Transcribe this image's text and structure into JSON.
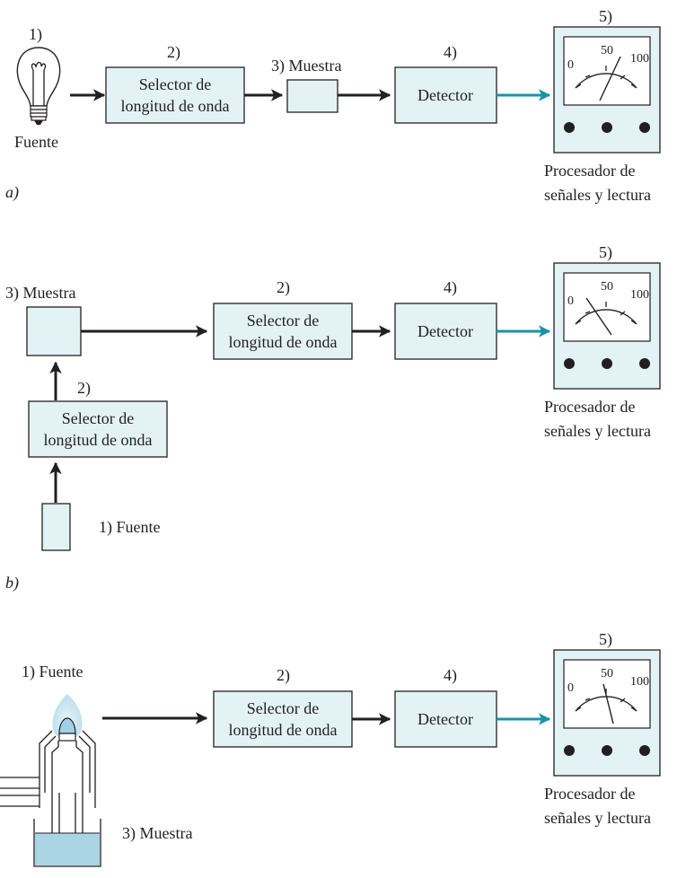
{
  "colors": {
    "box_fill": "#e3f2f5",
    "line": "#231f20",
    "signal_arrow": "#1a93a8",
    "flame": "#cfe6f2",
    "sample_liquid": "#a9d5e5"
  },
  "meter": {
    "scale": [
      "0",
      "50",
      "100"
    ]
  },
  "panel_a": {
    "caption": "a)",
    "source_num": "1)",
    "source_label": "Fuente",
    "selector_num": "2)",
    "selector_line1": "Selector de",
    "selector_line2": "longitud de onda",
    "sample_label": "3) Muestra",
    "detector_num": "4)",
    "detector_label": "Detector",
    "readout_num": "5)",
    "readout_line1": "Procesador de",
    "readout_line2": "señales y lectura",
    "source_icon": "light-bulb-icon"
  },
  "panel_b": {
    "caption": "b)",
    "sample_label": "3) Muestra",
    "selector_top_num": "2)",
    "selector_top_line1": "Selector de",
    "selector_top_line2": "longitud de onda",
    "selector_left_num": "2)",
    "selector_left_line1": "Selector de",
    "selector_left_line2": "longitud de onda",
    "source_label": "1) Fuente",
    "detector_num": "4)",
    "detector_label": "Detector",
    "readout_num": "5)",
    "readout_line1": "Procesador de",
    "readout_line2": "señales y lectura"
  },
  "panel_c": {
    "source_label": "1) Fuente",
    "selector_num": "2)",
    "selector_line1": "Selector de",
    "selector_line2": "longitud de onda",
    "detector_num": "4)",
    "detector_label": "Detector",
    "readout_num": "5)",
    "readout_line1": "Procesador de",
    "readout_line2": "señales y lectura",
    "sample_label": "3) Muestra",
    "source_icon": "flame-burner-icon"
  }
}
